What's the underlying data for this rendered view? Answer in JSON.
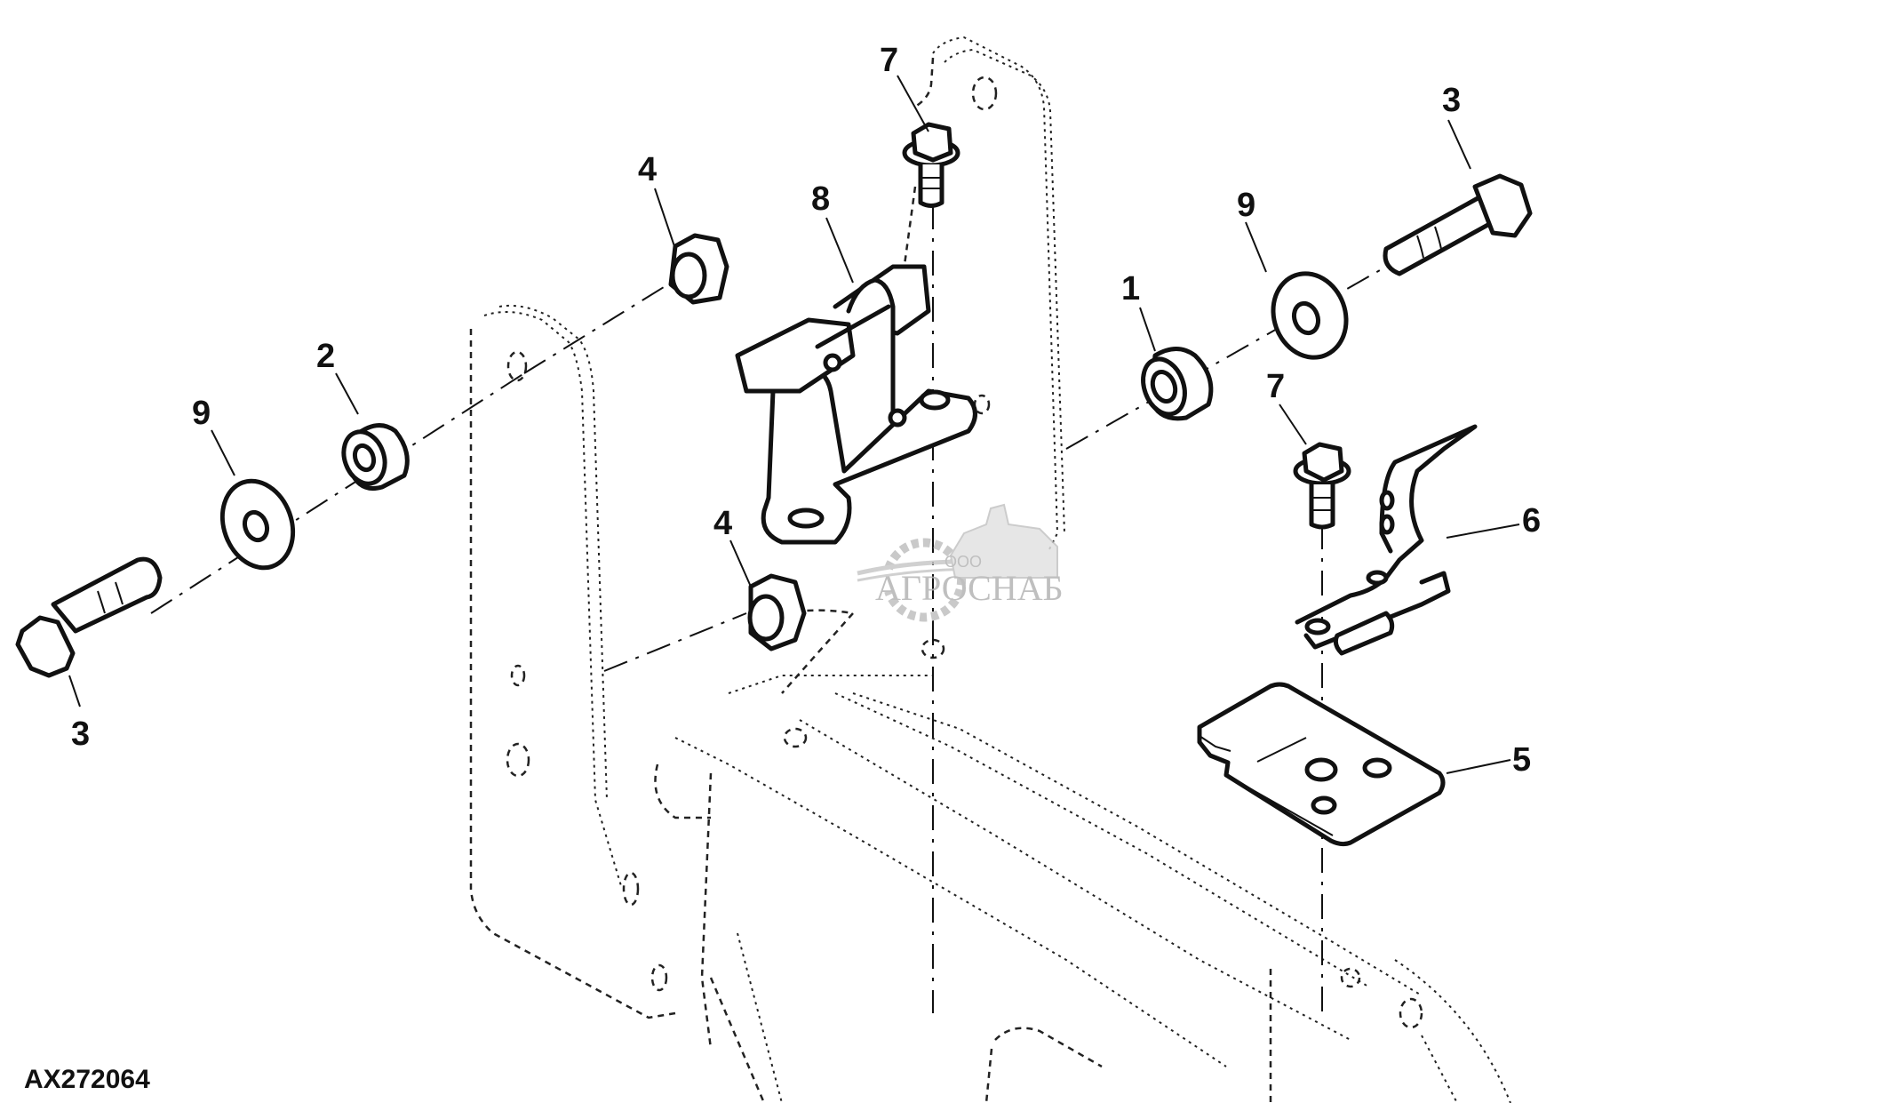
{
  "figure": {
    "id_label": "AX272064",
    "type": "exploded parts diagram"
  },
  "callouts": [
    {
      "key": "label-7-top",
      "text": "7"
    },
    {
      "key": "label-8",
      "text": "8"
    },
    {
      "key": "label-4-top",
      "text": "4"
    },
    {
      "key": "label-4-mid",
      "text": "4"
    },
    {
      "key": "label-2",
      "text": "2"
    },
    {
      "key": "label-9-left",
      "text": "9"
    },
    {
      "key": "label-3-left",
      "text": "3"
    },
    {
      "key": "label-1",
      "text": "1"
    },
    {
      "key": "label-9-right",
      "text": "9"
    },
    {
      "key": "label-3-right",
      "text": "3"
    },
    {
      "key": "label-7-right",
      "text": "7"
    },
    {
      "key": "label-6",
      "text": "6"
    },
    {
      "key": "label-5",
      "text": "5"
    }
  ],
  "watermark": {
    "brand": "АГРОСНАБ",
    "prefix": "ООО",
    "color": "#b5b5b5"
  },
  "colors": {
    "line": "#111111",
    "background": "#ffffff"
  }
}
